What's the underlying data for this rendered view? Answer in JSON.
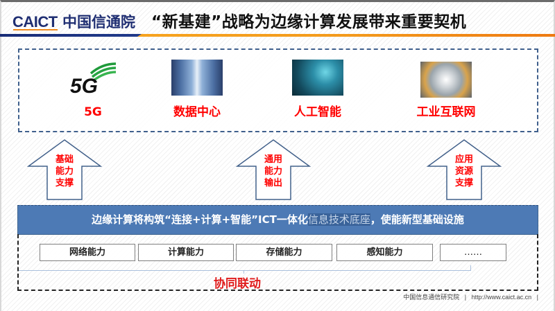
{
  "header": {
    "logo_text": "CAICT",
    "logo_cn": "中国信通院",
    "title": "“新基建”战略为边缘计算发展带来重要契机",
    "colors": {
      "navy": "#1f2e72",
      "orange": "#f39a1c"
    }
  },
  "technologies": [
    {
      "label": "5G",
      "icon": "5g-logo-icon"
    },
    {
      "label": "数据中心",
      "icon": "data-center-photo"
    },
    {
      "label": "人工智能",
      "icon": "ai-photo"
    },
    {
      "label": "工业互联网",
      "icon": "industrial-internet-photo"
    }
  ],
  "arrows": [
    {
      "lines": [
        "基础",
        "能力",
        "支撑"
      ]
    },
    {
      "lines": [
        "通用",
        "能力",
        "输出"
      ]
    },
    {
      "lines": [
        "应用",
        "资源",
        "支撑"
      ]
    }
  ],
  "banner": {
    "prefix": "边缘计算将构筑“连接+计算+智能”ICT一体化",
    "highlight": "信息技术底座",
    "suffix": "，使能新型基础设施"
  },
  "capabilities": [
    "网络能力",
    "计算能力",
    "存储能力",
    "感知能力",
    "……"
  ],
  "collaboration_label": "协同联动",
  "footer": {
    "org": "中国信息通信研究院",
    "separator": "|",
    "url": "http://www.caict.ac.cn"
  },
  "colors": {
    "label_red": "#ff0000",
    "banner_blue": "#4d7ab5",
    "dashed_blue": "#3f5f8c",
    "arrow_outline": "#41608a"
  }
}
